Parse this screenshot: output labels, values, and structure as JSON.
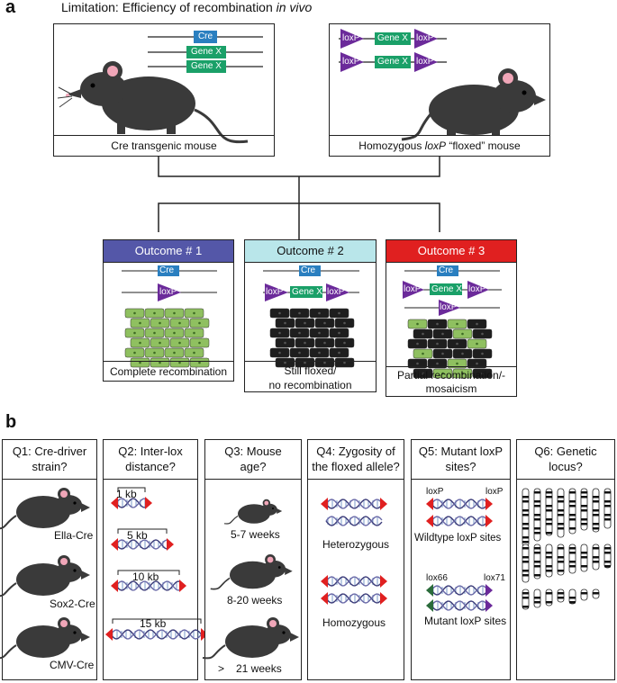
{
  "panel_a": {
    "letter": "a",
    "title_prefix": "Limitation: Efficiency of recombination ",
    "title_italic": "in vivo",
    "left_box": {
      "caption": "Cre transgenic mouse",
      "cre": "Cre",
      "gene1": "Gene X",
      "gene2": "Gene X"
    },
    "right_box": {
      "caption_prefix": "Homozygous ",
      "caption_italic": "loxP",
      "caption_suffix": " “floxed” mouse",
      "loxp": "loxP",
      "gene": "Gene X"
    },
    "outcomes": [
      {
        "header": "Outcome # 1",
        "color": "#5457a8",
        "text_color": "#ffffff",
        "caption_line1": "Complete recombination",
        "caption_line2": ""
      },
      {
        "header": "Outcome # 2",
        "color": "#b9e6ea",
        "text_color": "#111111",
        "caption_line1": "Still floxed/",
        "caption_line2": "no recombination"
      },
      {
        "header": "Outcome # 3",
        "color": "#e02020",
        "text_color": "#ffffff",
        "caption_line1": "Partial recombination/-",
        "caption_line2": "mosaicism"
      }
    ],
    "colors": {
      "cre": "#2a7fc0",
      "gene": "#1aa068",
      "loxp": "#6b2a9a",
      "recombined_cell": "#8fc060",
      "floxed_cell": "#1e1e1e"
    }
  },
  "panel_b": {
    "letter": "b",
    "columns": [
      {
        "q": "Q1: Cre-driver",
        "q2": "strain?",
        "items": [
          "Ella-Cre",
          "Sox2-Cre",
          "CMV-Cre"
        ]
      },
      {
        "q": "Q2: Inter-lox",
        "q2": "distance?",
        "items": [
          "1 kb",
          "5 kb",
          "10 kb",
          "15 kb"
        ]
      },
      {
        "q": "Q3: Mouse",
        "q2": "age?",
        "items": [
          "5-7 weeks",
          "8-20 weeks",
          "21 weeks"
        ],
        "gt": ">"
      },
      {
        "q": "Q4: Zygosity of",
        "q2": "the floxed allele?",
        "items": [
          "Heterozygous",
          "Homozygous"
        ]
      },
      {
        "q": "Q5: Mutant loxP",
        "q2": "sites?",
        "items": [
          "Wildtype loxP sites",
          "Mutant loxP sites"
        ],
        "site_labels": [
          "loxP",
          "loxP",
          "lox66",
          "lox71"
        ]
      },
      {
        "q": "Q6: Genetic",
        "q2": "locus?",
        "items": []
      }
    ]
  }
}
